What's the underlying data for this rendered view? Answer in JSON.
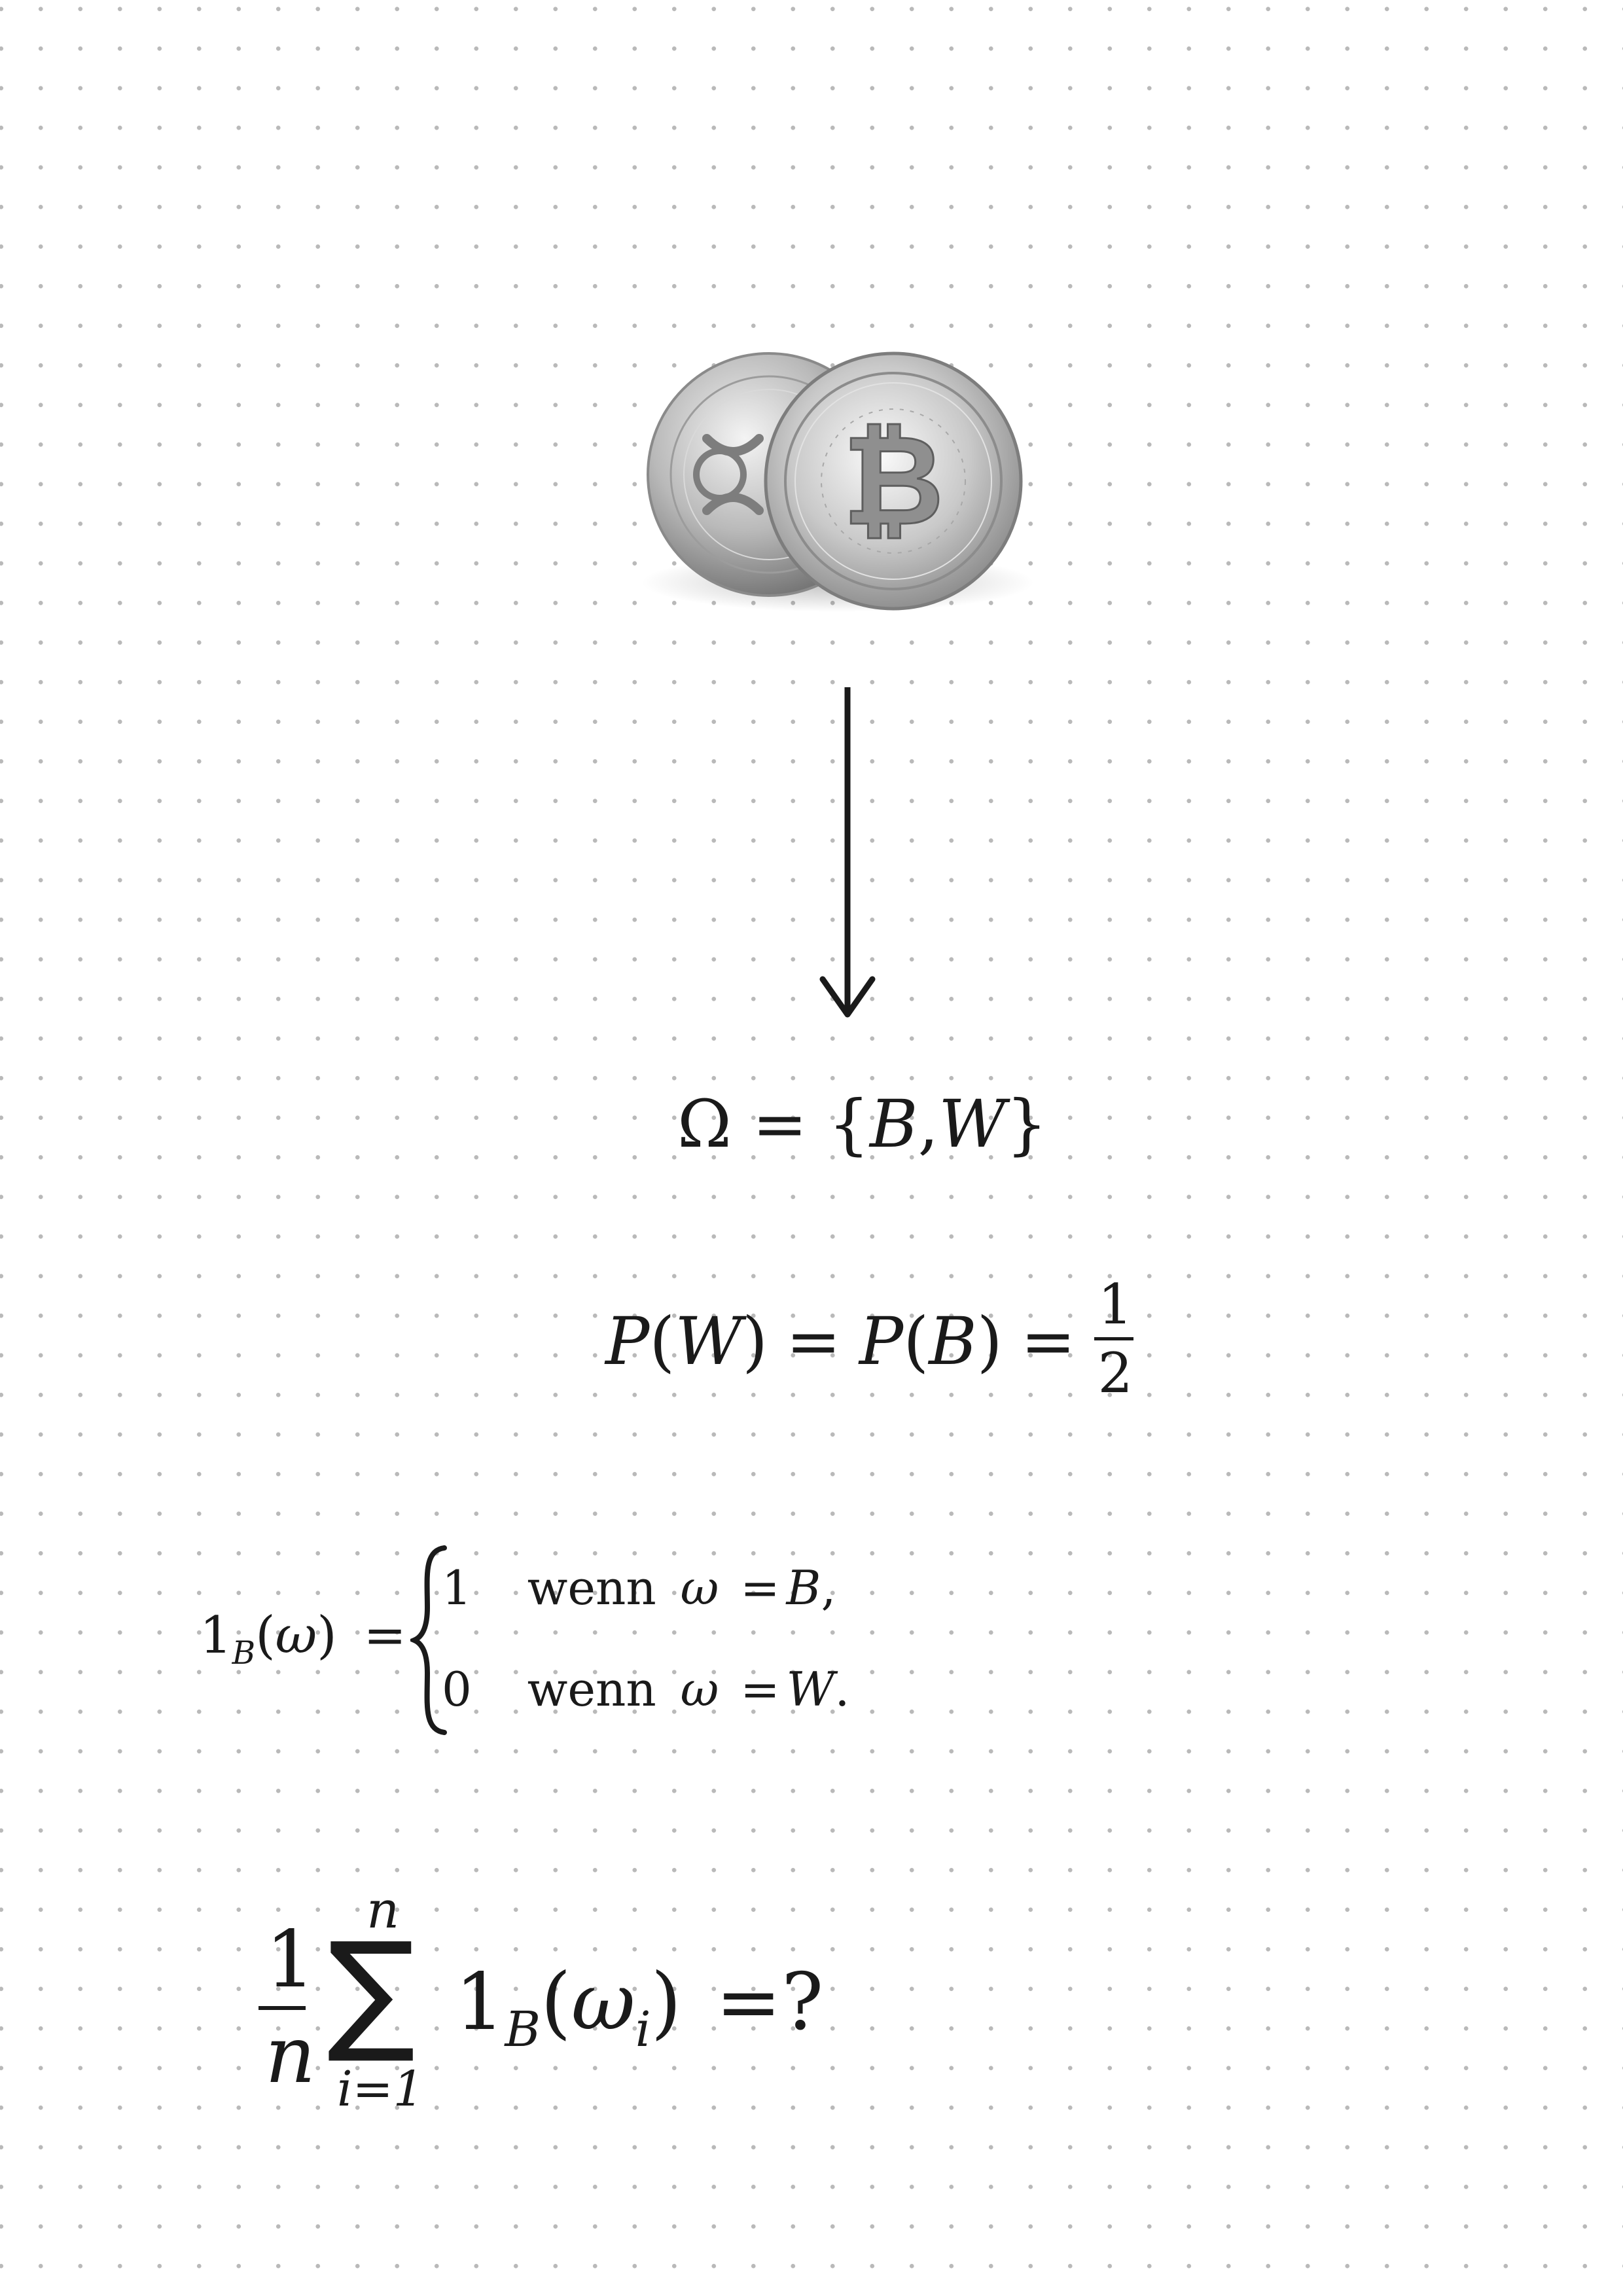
{
  "images": {
    "coins": {
      "icon": "coins-icon",
      "coin_back": "ripple-coin-icon",
      "coin_front": "bitcoin-coin-icon",
      "coin_front_symbol": "₿"
    }
  },
  "colors": {
    "ink": "#1a1a1a",
    "dots": "#b9b9b9",
    "silver": "#c9c9c9"
  },
  "formulas": {
    "omega": {
      "lhs": "Ω",
      "eq": "=",
      "open": "{",
      "a": "B",
      "comma": ",",
      "b": "W",
      "close": "}"
    },
    "probability": {
      "p1": "P",
      "w": "W",
      "eq1": "=",
      "p2": "P",
      "b": "B",
      "eq2": "=",
      "num": "1",
      "den": "2"
    },
    "indicator": {
      "one": "1",
      "sub": "B",
      "omega": "ω",
      "eq": "=",
      "cases": [
        {
          "value": "1",
          "word": "wenn",
          "omega": "ω",
          "eq": "=",
          "cond": "B",
          "punct": ","
        },
        {
          "value": "0",
          "word": "wenn",
          "omega": "ω",
          "eq": "=",
          "cond": "W",
          "punct": "."
        }
      ]
    },
    "mean": {
      "num": "1",
      "den": "n",
      "sigma": "∑",
      "upper": "n",
      "lower": "i=1",
      "one": "1",
      "sub": "B",
      "omega": "ω",
      "idx": "i",
      "eq": "=",
      "q": "?"
    }
  }
}
